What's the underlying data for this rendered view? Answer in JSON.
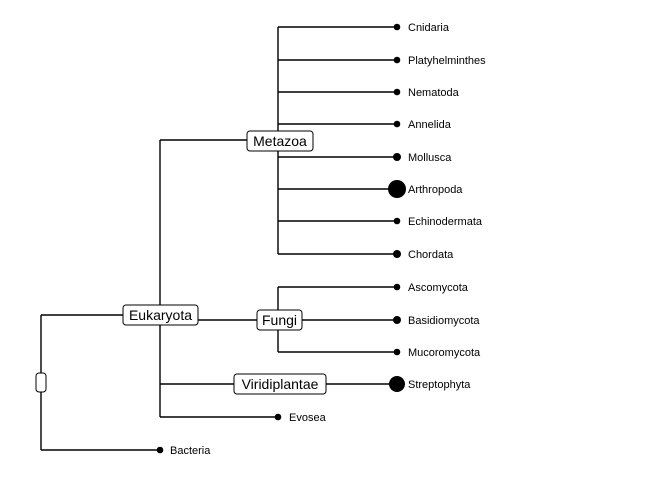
{
  "tree": {
    "root": {
      "label": ""
    },
    "internal_nodes": [
      {
        "id": "eukaryota",
        "label": "Eukaryota"
      },
      {
        "id": "metazoa",
        "label": "Metazoa"
      },
      {
        "id": "fungi",
        "label": "Fungi"
      },
      {
        "id": "viridiplantae",
        "label": "Viridiplantae"
      }
    ],
    "tips": [
      {
        "id": "cnidaria",
        "label": "Cnidaria",
        "marker": "small"
      },
      {
        "id": "platyhelminthes",
        "label": "Platyhelminthes",
        "marker": "small"
      },
      {
        "id": "nematoda",
        "label": "Nematoda",
        "marker": "small"
      },
      {
        "id": "annelida",
        "label": "Annelida",
        "marker": "small"
      },
      {
        "id": "mollusca",
        "label": "Mollusca",
        "marker": "medium"
      },
      {
        "id": "arthropoda",
        "label": "Arthropoda",
        "marker": "large"
      },
      {
        "id": "echinodermata",
        "label": "Echinodermata",
        "marker": "small"
      },
      {
        "id": "chordata",
        "label": "Chordata",
        "marker": "medium"
      },
      {
        "id": "ascomycota",
        "label": "Ascomycota",
        "marker": "small"
      },
      {
        "id": "basidiomycota",
        "label": "Basidiomycota",
        "marker": "medium"
      },
      {
        "id": "mucoromycota",
        "label": "Mucoromycota",
        "marker": "small"
      },
      {
        "id": "streptophyta",
        "label": "Streptophyta",
        "marker": "large"
      },
      {
        "id": "evosea",
        "label": "Evosea",
        "marker": "small"
      },
      {
        "id": "bacteria",
        "label": "Bacteria",
        "marker": "small"
      }
    ],
    "colors": {
      "line": "#000000",
      "marker": "#000000",
      "box_fill": "#ffffff"
    }
  }
}
